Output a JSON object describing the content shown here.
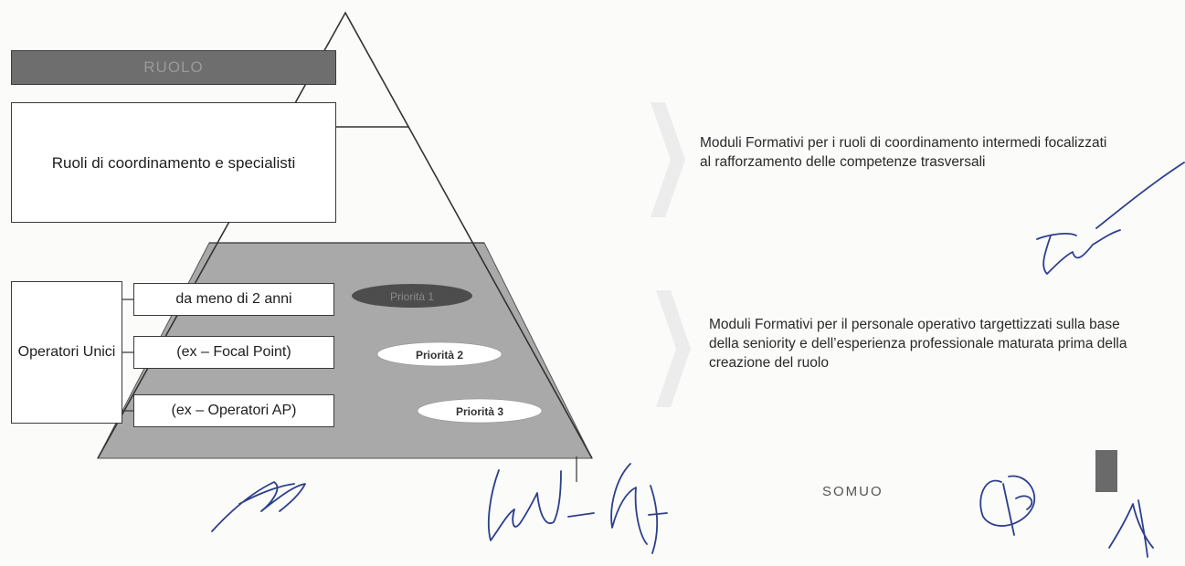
{
  "diagram": {
    "role_header": "RUOLO",
    "coordination_box": "Ruoli di coordinamento e specialisti",
    "operators_box": "Operatori Unici",
    "sub_roles": [
      {
        "label": "da meno di 2 anni",
        "priority": "Priorità 1"
      },
      {
        "label": "(ex – Focal Point)",
        "priority": "Priorità 2"
      },
      {
        "label": "(ex – Operatori AP)",
        "priority": "Priorità 3"
      }
    ]
  },
  "descriptions": {
    "coordination": "Moduli Formativi per i ruoli di coordinamento intermedi focalizzati al rafforzamento delle competenze trasversali",
    "operators": "Moduli Formativi per il personale operativo targettizzati sulla base della seniority e dell’esperienza professionale maturata prima della creazione del ruolo"
  },
  "signatures": {
    "stamp_text": "SOMUO"
  },
  "colors": {
    "pyramid_fill": "#a9a9a9",
    "priority_1_fill": "#4d4d4d",
    "priority_other_fill": "#ffffff",
    "role_header_fill": "#6e6e6e",
    "signature_ink": "#2d3f8c"
  }
}
